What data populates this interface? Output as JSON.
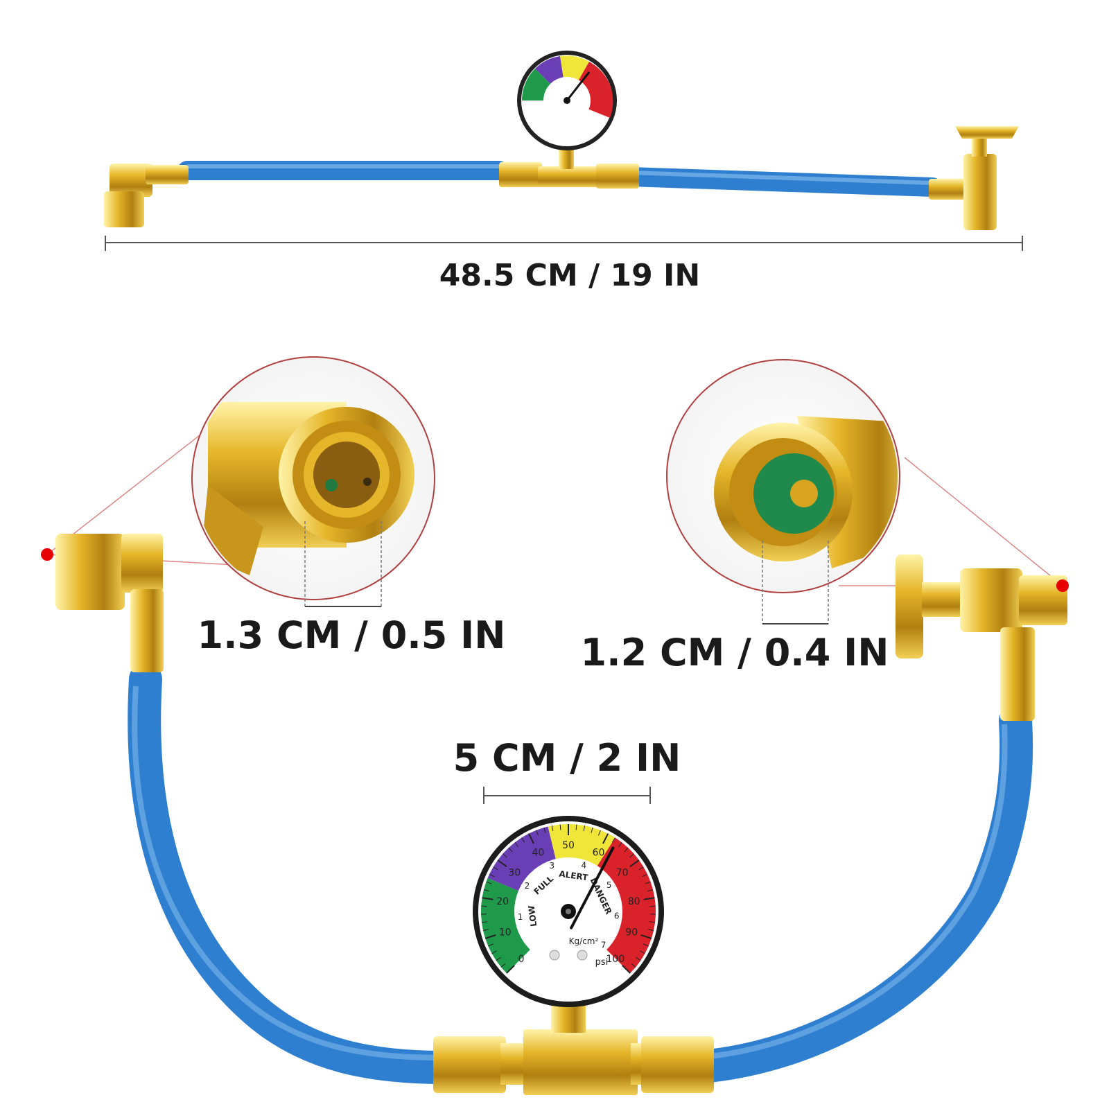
{
  "dimensions": {
    "overall_length": "48.5 CM / 19 IN",
    "quick_coupler_opening": "1.3 CM / 0.5 IN",
    "can_tap_opening": "1.2 CM / 0.4 IN",
    "gauge_diameter": "5 CM / 2 IN"
  },
  "gauge": {
    "zones": [
      "LOW",
      "FULL",
      "ALERT",
      "DANGER"
    ],
    "zone_colors": [
      "#1e9a4a",
      "#6a3fb5",
      "#f0e63a",
      "#d9222a"
    ],
    "psi_ticks": [
      "0",
      "10",
      "20",
      "30",
      "40",
      "50",
      "60",
      "70",
      "80",
      "90",
      "100"
    ],
    "kg_ticks": [
      "1",
      "2",
      "3",
      "4",
      "5",
      "6",
      "7"
    ],
    "unit_kg": "Kg/cm²",
    "unit_psi": "psi",
    "needle_psi": 63
  },
  "colors": {
    "hose": "#2f7fd0",
    "brass": "#d9a521",
    "callout_line": "#d44",
    "callout_dot": "#e60000"
  }
}
